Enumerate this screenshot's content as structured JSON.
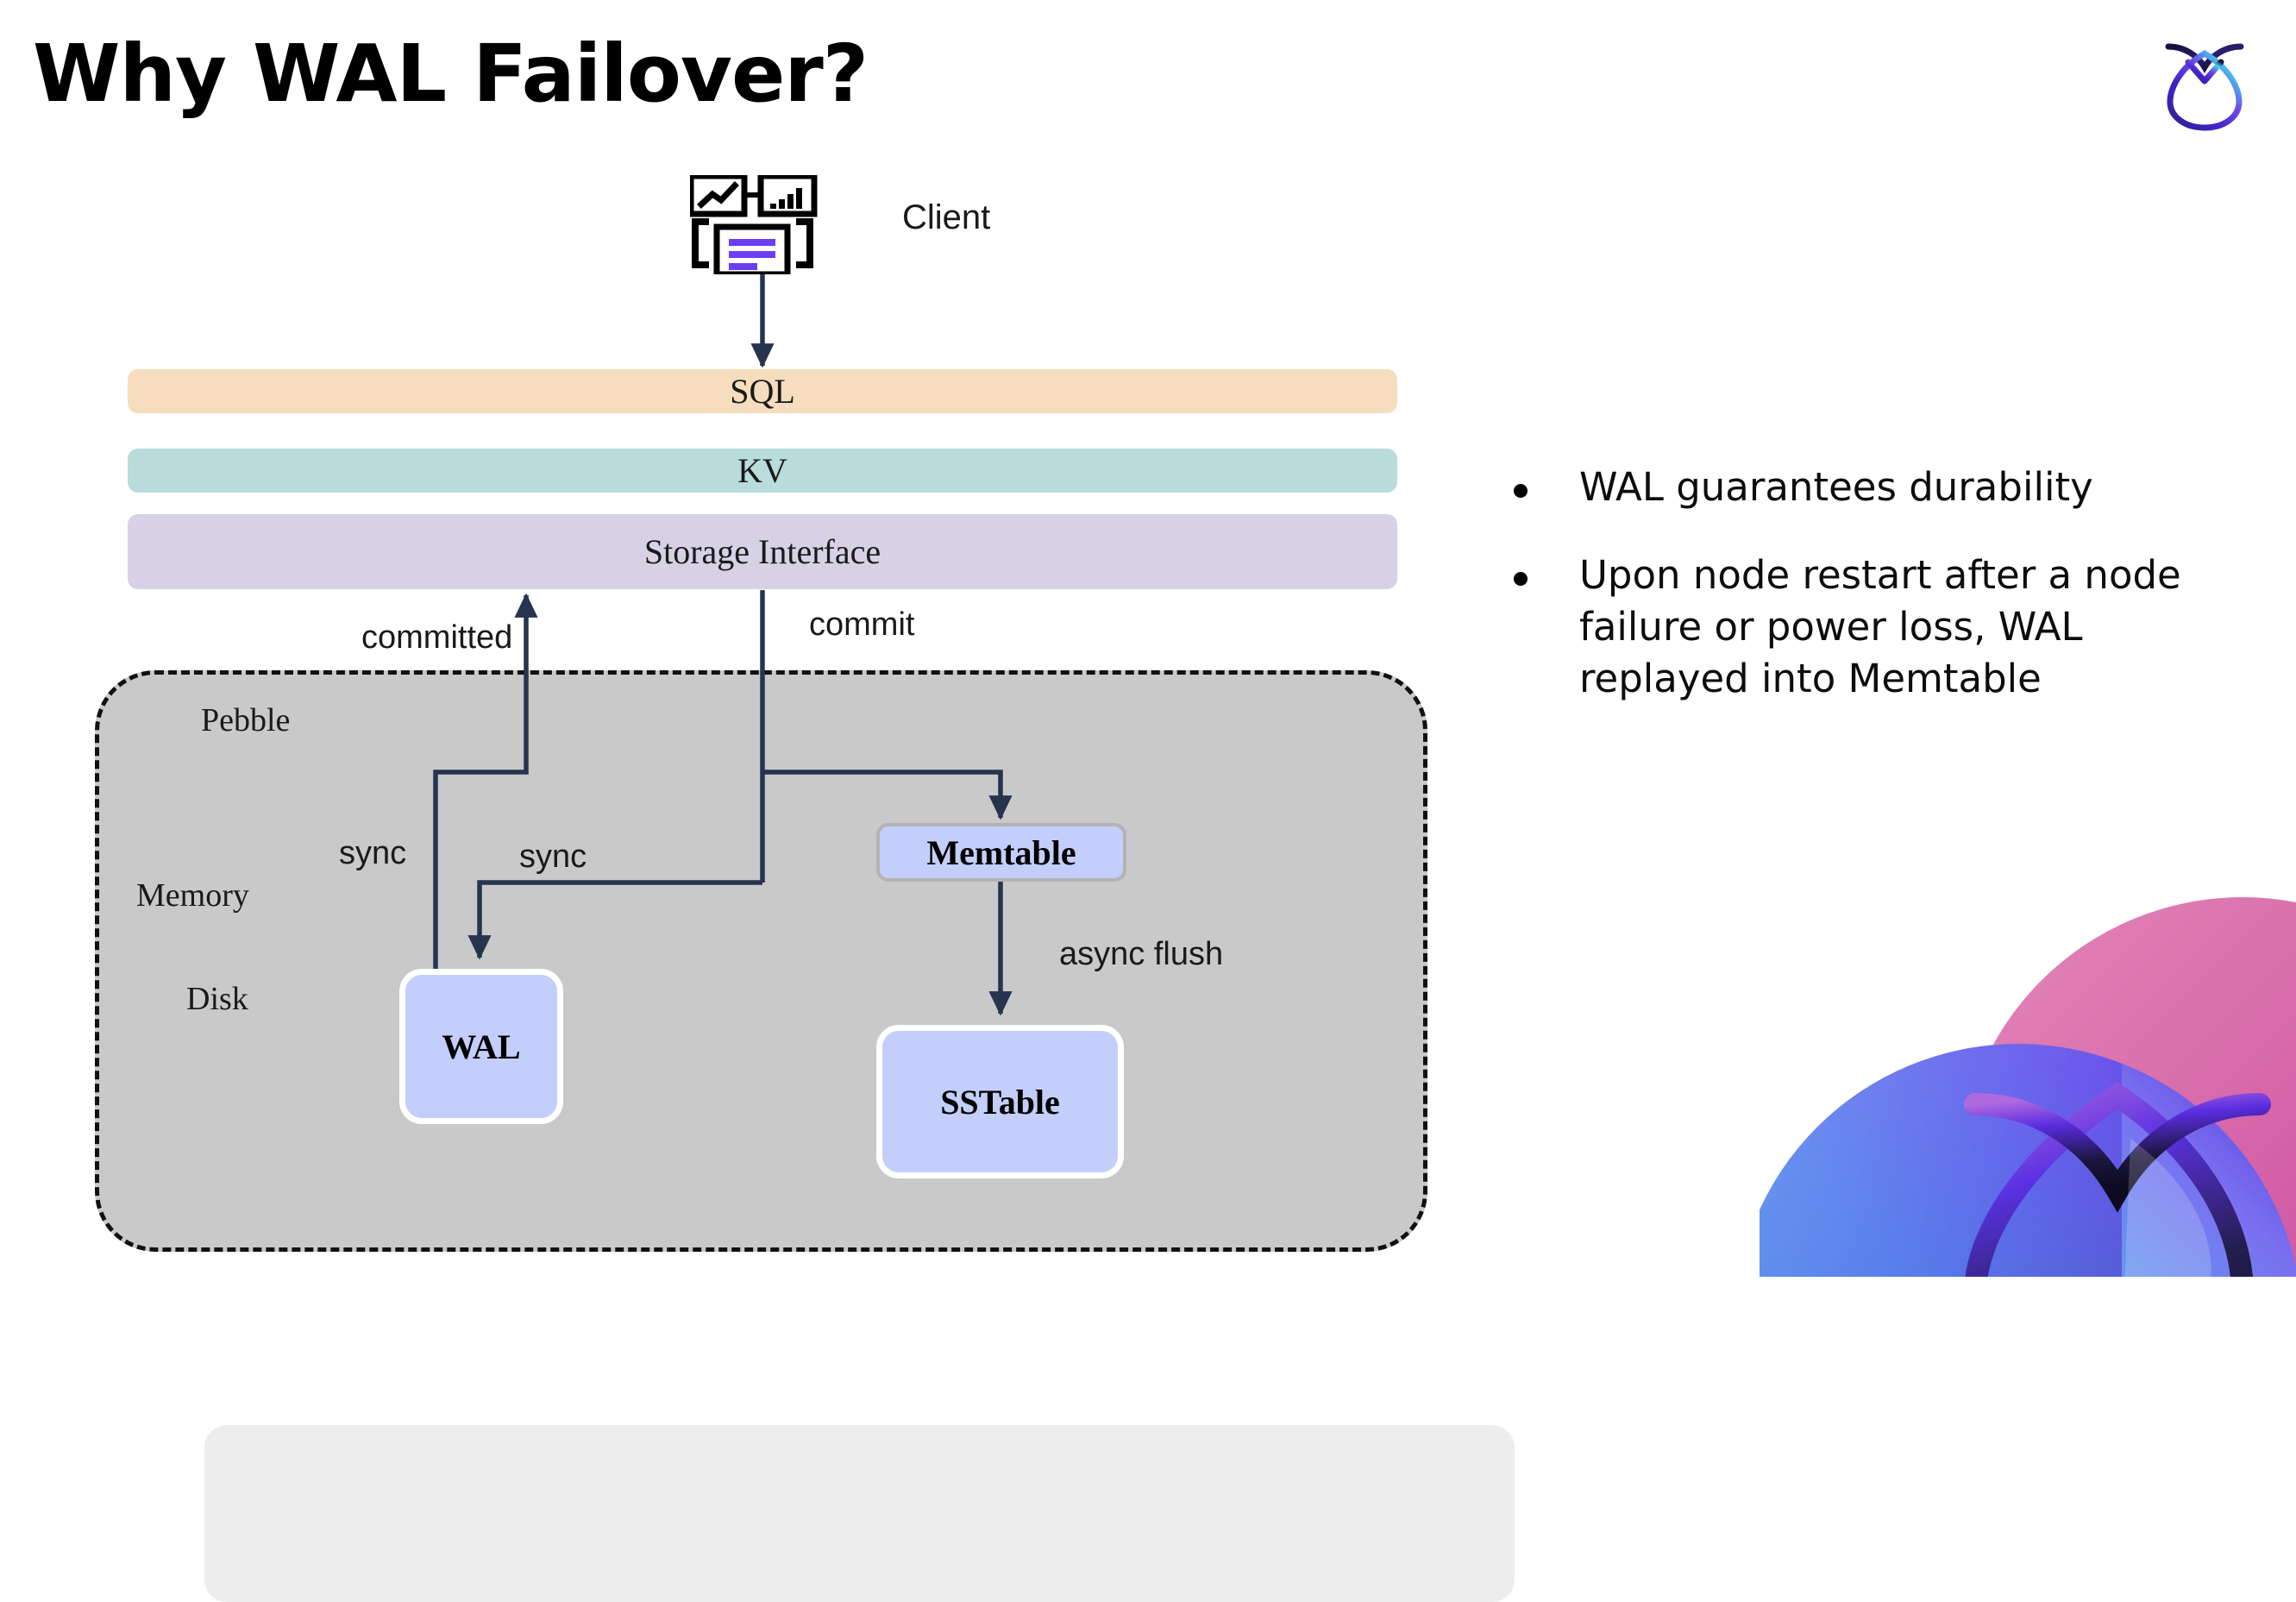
{
  "slide": {
    "title": "Why WAL Failover?"
  },
  "brand": {
    "logo_icon": "cockroachdb-logo-icon",
    "watermark_icon": "cockroachdb-watermark-icon"
  },
  "diagram": {
    "client": {
      "icon": "client-dashboard-icon",
      "label": "Client"
    },
    "layers": [
      {
        "name": "SQL",
        "label": "SQL",
        "color": "#f5ddbd"
      },
      {
        "name": "KV",
        "label": "KV",
        "color": "#b9dcdd"
      },
      {
        "name": "Storage Interface",
        "label": "Storage Interface",
        "color": "#d7d1e6"
      }
    ],
    "container": {
      "label": "Pebble",
      "fill": "#c9c9c9",
      "border": "#111111"
    },
    "regions": [
      {
        "name": "memory",
        "label": "Memory",
        "fill": "#ededed"
      },
      {
        "name": "disk",
        "label": "Disk",
        "fill": "#c9c9c9"
      }
    ],
    "nodes": [
      {
        "name": "memtable",
        "label": "Memtable",
        "fill": "#c3cffa",
        "border": "#b3b3b3"
      },
      {
        "name": "wal",
        "label": "WAL",
        "fill": "#c3cffa",
        "border": "#ffffff"
      },
      {
        "name": "sstable",
        "label": "SSTable",
        "fill": "#c3cffa",
        "border": "#ffffff"
      }
    ],
    "edges": [
      {
        "name": "committed",
        "label": "committed",
        "from": "wal",
        "to": "Storage Interface"
      },
      {
        "name": "commit",
        "label": "commit",
        "from": "Storage Interface",
        "to": "memtable"
      },
      {
        "name": "sync-left",
        "label": "sync",
        "from": "Storage Interface",
        "to": "wal"
      },
      {
        "name": "sync-right",
        "label": "sync",
        "from": "Storage Interface",
        "to": "wal"
      },
      {
        "name": "async-flush",
        "label": "async flush",
        "from": "memtable",
        "to": "sstable"
      }
    ],
    "arrow_color": "#27344f"
  },
  "bullets": [
    {
      "text": "WAL guarantees durability"
    },
    {
      "text": "Upon node restart after a node failure or power loss, WAL replayed into Memtable"
    }
  ]
}
